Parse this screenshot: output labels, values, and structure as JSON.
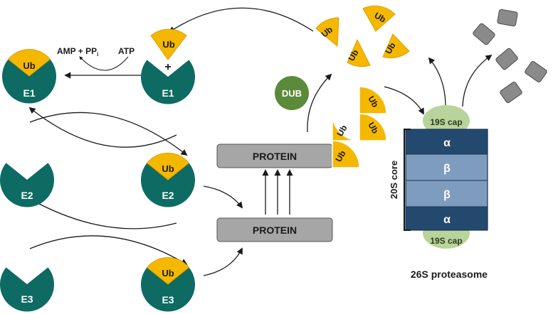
{
  "colors": {
    "enzyme": "#0e6b63",
    "ubiquitin": "#f5b800",
    "ubiquitin_stroke": "#e09d00",
    "dub": "#5a8a3a",
    "protein_box": "#a6a6a6",
    "core_alpha": "#24496f",
    "core_beta": "#7e9cbe",
    "cap": "#b8d49c",
    "fragment": "#8a8a8a",
    "arrow": "#1a1a1a"
  },
  "labels": {
    "ub": "Ub",
    "e1": "E1",
    "e2": "E2",
    "e3": "E3",
    "plus": "+",
    "amp_pp": "AMP + PP",
    "amp_pp_sub": "i",
    "atp": "ATP",
    "dub": "DUB",
    "protein": "PROTEIN",
    "cap": "19S cap",
    "alpha": "α",
    "beta": "β",
    "core": "20S core",
    "proteasome": "26S proteasome"
  },
  "icons": {
    "enzyme": "enzyme-pacman-icon",
    "ubiquitin": "ubiquitin-wedge-icon",
    "fragment": "peptide-fragment-icon"
  }
}
